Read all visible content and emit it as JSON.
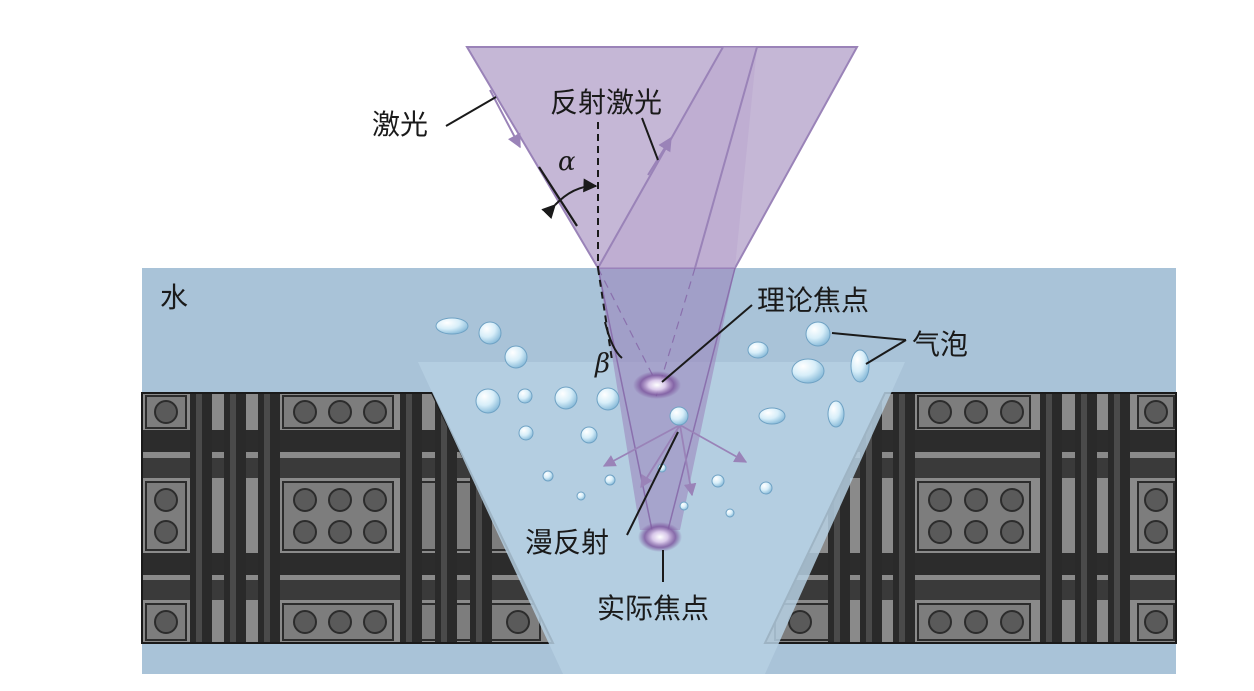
{
  "diagram": {
    "labels": {
      "laser": "激光",
      "reflected_laser": "反射激光",
      "water": "水",
      "theoretical_focus": "理论焦点",
      "bubbles": "气泡",
      "diffuse_reflection": "漫反射",
      "actual_focus": "实际焦点",
      "alpha": "α",
      "beta": "β"
    },
    "colors": {
      "water": "#a9c3d8",
      "kerf_water": "#b6d0e3",
      "laser_beam": "#c5b7d6",
      "laser_edge": "#9a83b8",
      "fiber_dark": "#2c2c2c",
      "fiber_mid": "#6d6d6d",
      "fiber_light": "#8e8e8e",
      "focus_glow": "#7f5aa0",
      "bubble": "#e6f4fb"
    }
  }
}
